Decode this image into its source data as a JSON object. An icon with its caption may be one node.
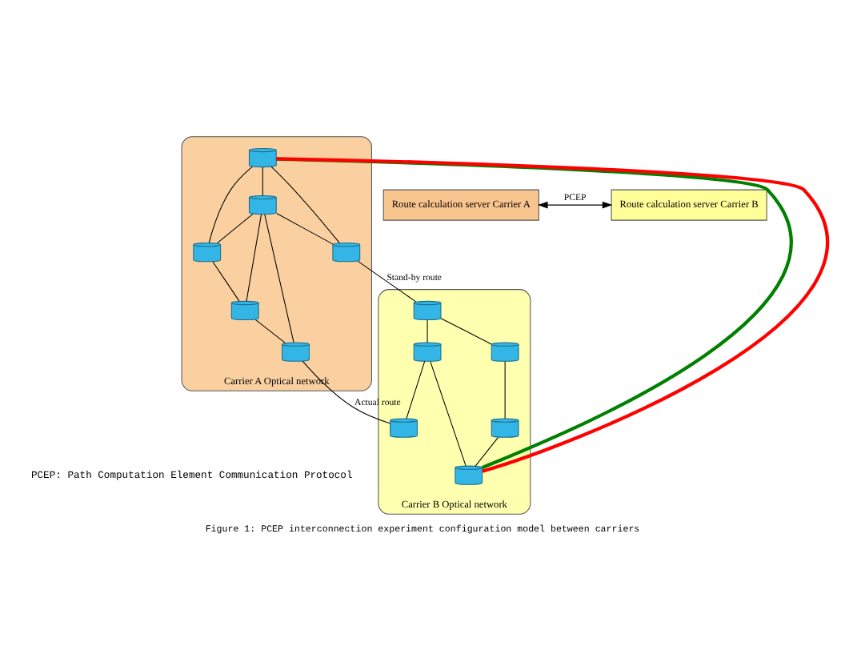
{
  "diagram": {
    "caption": "Figure 1: PCEP interconnection experiment configuration model between carriers",
    "nodes": [
      {
        "text": [
          "Route calculation server Carrier A"
        ]
      },
      {
        "text": [
          "Route calculation server Carrier B"
        ]
      },
      {
        "text": [
          "Carrier A Optical network"
        ]
      },
      {
        "text": [],
        "shape": "cylinder",
        "in": 2
      },
      {
        "text": [],
        "shape": "cylinder",
        "in": 2
      },
      {
        "text": [],
        "shape": "cylinder",
        "in": 2
      },
      {
        "text": [],
        "shape": "cylinder",
        "in": 2
      },
      {
        "text": [],
        "shape": "cylinder",
        "in": 2
      },
      {
        "text": [],
        "shape": "cylinder",
        "in": 2
      },
      {
        "text": [
          "Carrier B Optical network"
        ]
      },
      {
        "text": [],
        "shape": "cylinder",
        "in": 9
      },
      {
        "text": [],
        "shape": "cylinder",
        "in": 9
      },
      {
        "text": [],
        "shape": "cylinder",
        "in": 9
      },
      {
        "text": [],
        "shape": "cylinder",
        "in": 9
      },
      {
        "text": [],
        "shape": "cylinder",
        "in": 9
      },
      {
        "text": [],
        "shape": "cylinder",
        "in": 9
      }
    ],
    "edges": [
      {
        "from": 0,
        "to": 1,
        "arrow": "both",
        "label": "PCEP"
      },
      {
        "from": 4,
        "to": 3,
        "arrow": "none"
      },
      {
        "from": 4,
        "to": 5,
        "arrow": "none"
      },
      {
        "from": 5,
        "to": 3,
        "arrow": "none"
      },
      {
        "from": 5,
        "to": 6,
        "arrow": "none"
      },
      {
        "from": 4,
        "to": 7,
        "arrow": "none"
      },
      {
        "from": 5,
        "to": 7,
        "arrow": "none"
      },
      {
        "from": 5,
        "to": 8,
        "arrow": "none"
      },
      {
        "from": 7,
        "to": 8,
        "arrow": "none"
      },
      {
        "from": 8,
        "to": 6,
        "arrow": "none"
      },
      {
        "from": 3,
        "to": 12,
        "arrow": "none",
        "label": "Stand-by route"
      },
      {
        "from": 6,
        "to": 15,
        "arrow": "none",
        "label": "Actual route"
      },
      {
        "from": 12,
        "to": 10,
        "arrow": "none"
      },
      {
        "from": 10,
        "to": 11,
        "arrow": "none"
      },
      {
        "from": 12,
        "to": 14,
        "arrow": "none"
      },
      {
        "from": 14,
        "to": 15,
        "arrow": "none"
      },
      {
        "from": 14,
        "to": 13,
        "arrow": "none"
      },
      {
        "from": 11,
        "to": 13,
        "arrow": "none"
      },
      {
        "from": 4,
        "to": 13,
        "arrow": "none",
        "style": "thick",
        "color": "#008000"
      },
      {
        "from": 4,
        "to": 13,
        "arrow": "none",
        "style": "thick",
        "color": "#ff0000"
      }
    ],
    "labels": [
      "PCEP: Path Computation Element Communication Protocol"
    ]
  }
}
